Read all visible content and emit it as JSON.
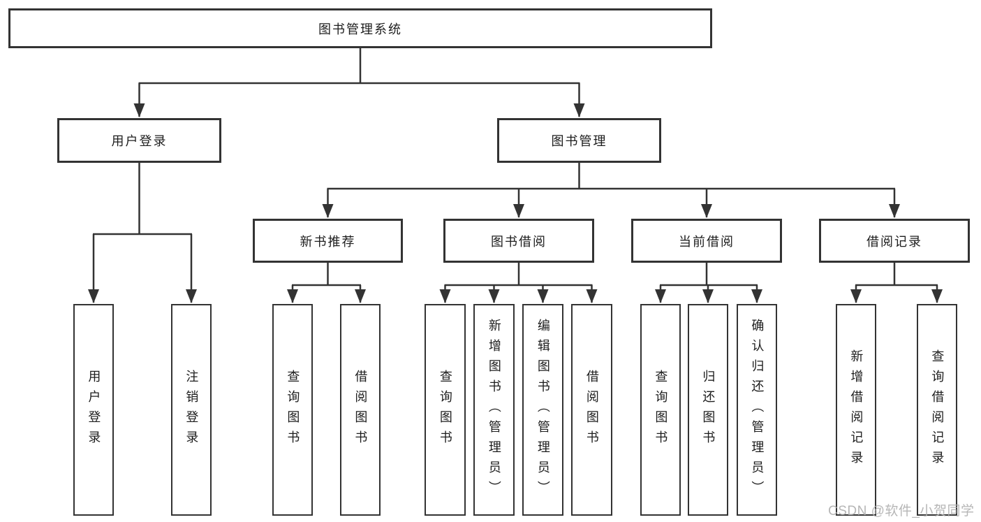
{
  "colors": {
    "line": "#333333",
    "box_border": "#333333",
    "box_fill": "#ffffff",
    "text": "#1d1d1d",
    "watermark": "#b0b0b0",
    "background": "#ffffff"
  },
  "nodes": {
    "root": "图书管理系统",
    "user_login": "用户登录",
    "book_mgmt": "图书管理",
    "new_books": "新书推荐",
    "book_borrow": "图书借阅",
    "current_borrow": "当前借阅",
    "borrow_records": "借阅记录",
    "leaf_user_login": "用户登录",
    "leaf_logout": "注销登录",
    "leaf_nb_query": "查询图书",
    "leaf_nb_borrow": "借阅图书",
    "leaf_bb_query": "查询图书",
    "leaf_bb_add": "新增图书（管理员）",
    "leaf_bb_edit": "编辑图书（管理员）",
    "leaf_bb_borrow": "借阅图书",
    "leaf_cb_query": "查询图书",
    "leaf_cb_return": "归还图书",
    "leaf_cb_confirm": "确认归还（管理员）",
    "leaf_br_add": "新增借阅记录",
    "leaf_br_query": "查询借阅记录"
  },
  "hierarchy": {
    "root": [
      "user_login",
      "book_mgmt"
    ],
    "user_login": [
      "leaf_user_login",
      "leaf_logout"
    ],
    "book_mgmt": [
      "new_books",
      "book_borrow",
      "current_borrow",
      "borrow_records"
    ],
    "new_books": [
      "leaf_nb_query",
      "leaf_nb_borrow"
    ],
    "book_borrow": [
      "leaf_bb_query",
      "leaf_bb_add",
      "leaf_bb_edit",
      "leaf_bb_borrow"
    ],
    "current_borrow": [
      "leaf_cb_query",
      "leaf_cb_return",
      "leaf_cb_confirm"
    ],
    "borrow_records": [
      "leaf_br_add",
      "leaf_br_query"
    ]
  },
  "watermark": "CSDN @软件_小贺同学"
}
